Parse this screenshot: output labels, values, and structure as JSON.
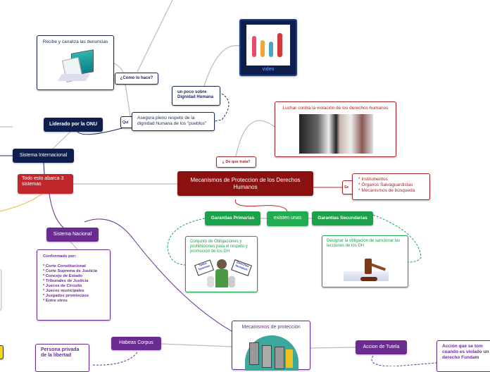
{
  "colors": {
    "navy": "#0f1f4d",
    "central": "#8b1010",
    "red": "#c0272d",
    "green": "#1aa34a",
    "purple": "#6b2c91"
  },
  "central": {
    "title": "Mecanismos de Proteccion de los Derechos Humanos"
  },
  "international": {
    "label": "Sistema Internacional",
    "led_by": "Liderado por la ONU",
    "how": "¿Como lo hace?",
    "receives": "Recibe y canaliza las denuncias",
    "who_partial": "Qui",
    "ensures": "Asegura pleno respeto de la dignidad humana de los \"pueblos\"",
    "dignity": "un poco sobre Dignidad Humana",
    "video_label": "video"
  },
  "todo": "Todo esto abarca 3 sistemas",
  "about": {
    "question": "¿ De que trata?",
    "answer": "Luchar contra la violación de los derechos humanos"
  },
  "se_partial": "Se",
  "components": [
    "* Instrumentos",
    "* Órganos Salvaguardistas",
    "* Mecanismos de búsqueda"
  ],
  "guarantees": {
    "exist": "existen unas",
    "primary": "Garantias Primarias",
    "primary_desc": "Conjunto de Obligaciones y prohibiciones para el respeto y promoción de los DH",
    "sign_left": "Todos Tenemos",
    "sign_right": "Derechos Humanos",
    "secondary": "Garantias Secundarias",
    "secondary_desc": "Designar la obligacion de sancionar las lecciones de los DH"
  },
  "national": {
    "label": "Sistema Nacional",
    "heading": "Conformado por:",
    "items": [
      "* Corte Constitucional",
      "* Corte Suprema de Justicia",
      "* Concejo de Estado",
      "* Tribunales de Justicia",
      "* Jueces de Circuito",
      "* Jueces municipales",
      "* Juzgados promiscuos",
      "* Entre otros"
    ]
  },
  "protection": {
    "title": "Mecanismos de protección",
    "habeas": "Habeas Corpus",
    "habeas_desc": "Persona privada de la libertad",
    "tutela": "Accion de Tutela",
    "tutela_desc": "Acción que se tom cuando es violado un derecho Fundam"
  }
}
